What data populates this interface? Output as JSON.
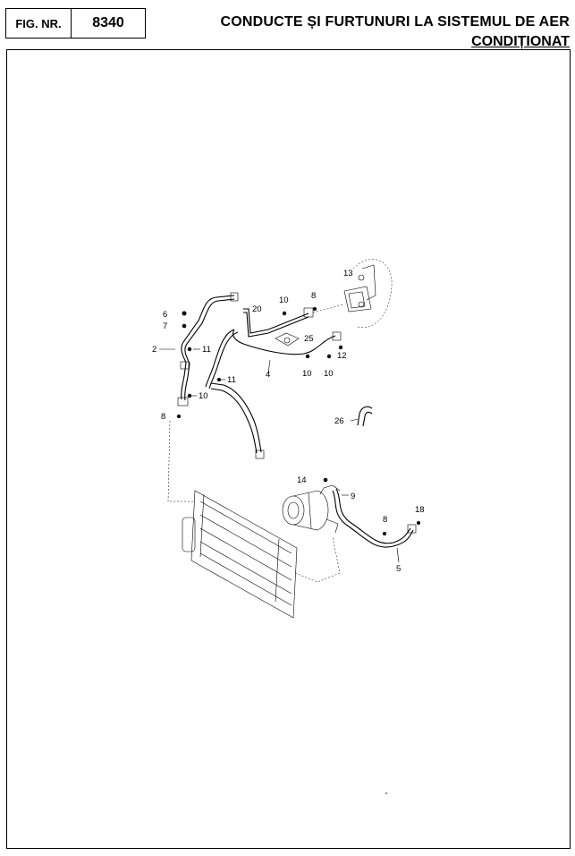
{
  "header": {
    "fig_label": "FIG. NR.",
    "fig_number": "8340",
    "title_line1": "CONDUCTE ȘI FURTUNURI LA  SISTEMUL DE AER",
    "title_line2": "CONDIȚIONAT"
  },
  "callouts": [
    {
      "id": "c13",
      "text": "13"
    },
    {
      "id": "c10a",
      "text": "10"
    },
    {
      "id": "c8a",
      "text": "8"
    },
    {
      "id": "c20",
      "text": "20"
    },
    {
      "id": "c6",
      "text": "6"
    },
    {
      "id": "c7",
      "text": "7"
    },
    {
      "id": "c25",
      "text": "25"
    },
    {
      "id": "c2",
      "text": "2"
    },
    {
      "id": "c11a",
      "text": "11"
    },
    {
      "id": "c12",
      "text": "12"
    },
    {
      "id": "c4",
      "text": "4"
    },
    {
      "id": "c10b",
      "text": "10"
    },
    {
      "id": "c10c",
      "text": "10"
    },
    {
      "id": "c11b",
      "text": "11"
    },
    {
      "id": "c10d",
      "text": "10"
    },
    {
      "id": "c8b",
      "text": "8"
    },
    {
      "id": "c26",
      "text": "26"
    },
    {
      "id": "c14",
      "text": "14"
    },
    {
      "id": "c9",
      "text": "9"
    },
    {
      "id": "c8c",
      "text": "8"
    },
    {
      "id": "c18",
      "text": "18"
    },
    {
      "id": "c5",
      "text": "5"
    }
  ]
}
